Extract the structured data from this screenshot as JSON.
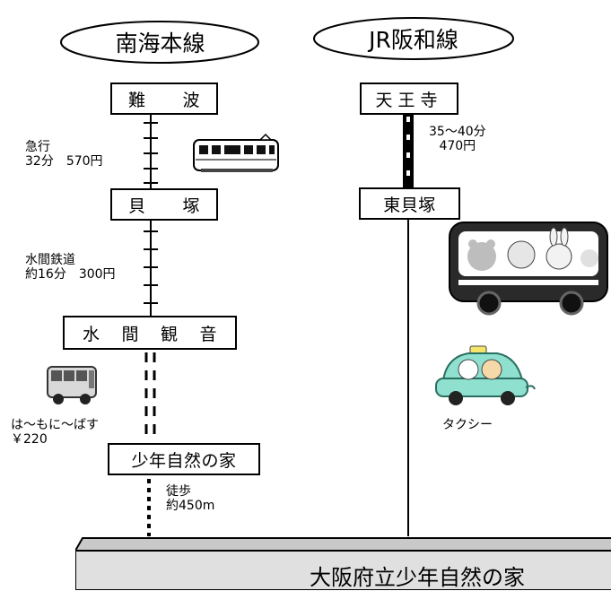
{
  "lines": {
    "nankai": {
      "title": "南海本線"
    },
    "jr": {
      "title": "JR阪和線"
    }
  },
  "stations": {
    "namba": [
      "難",
      "波"
    ],
    "kaizuka": [
      "貝",
      "塚"
    ],
    "mizuma_kannon": [
      "水",
      "間",
      "観",
      "音"
    ],
    "shonen_shizen": "少年自然の家",
    "tennoji": "天王寺",
    "higashi_kaizuka": "東貝塚"
  },
  "routes": {
    "express": {
      "type": "急行",
      "detail": "32分　570円"
    },
    "mizuma_railway": {
      "name": "水間鉄道",
      "detail": "約16分　300円"
    },
    "bus": {
      "name": "は～もに～ばす",
      "fare": "￥220"
    },
    "walk": {
      "mode": "徒歩",
      "distance": "約450m"
    },
    "jr": {
      "time": "35～40分",
      "fare": "470円"
    },
    "taxi": {
      "label": "タクシー"
    }
  },
  "destination": {
    "label": "大阪府立少年自然の家"
  },
  "colors": {
    "line": "#000000",
    "building_fill": "#e0e0e0",
    "building_top": "#c9c9c9",
    "taxi": "#8fe0cf",
    "bus_window": "#222222"
  }
}
